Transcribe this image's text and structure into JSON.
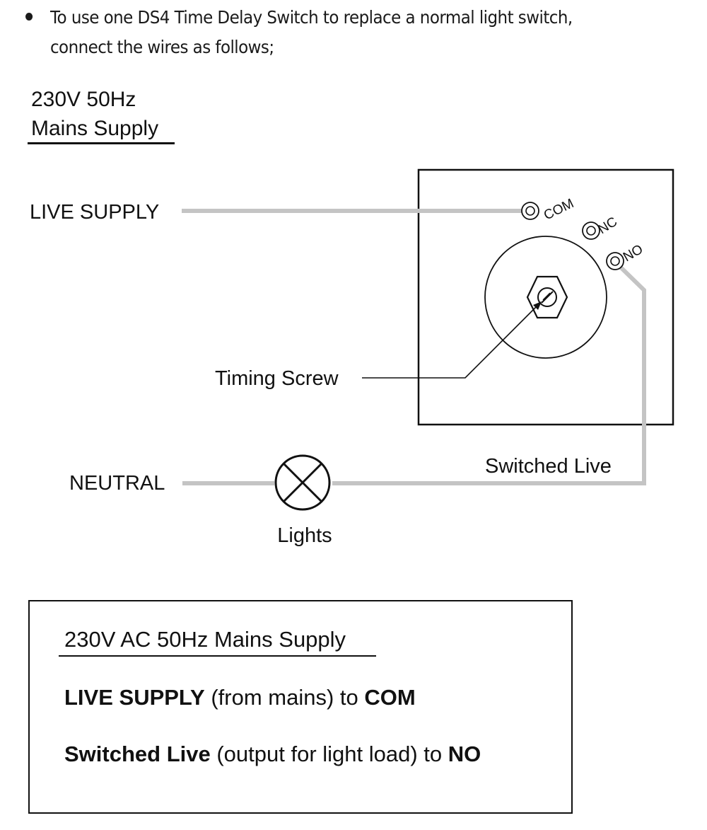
{
  "intro": {
    "bullet_line_1": "To use one DS4 Time Delay Switch to replace a normal light switch,",
    "bullet_line_2": "connect the wires as follows;"
  },
  "supply": {
    "line_1": "230V 50Hz",
    "line_2": "Mains Supply"
  },
  "diagram": {
    "live_supply_label": "LIVE SUPPLY",
    "neutral_label": "NEUTRAL",
    "lights_label": "Lights",
    "timing_screw_label": "Timing Screw",
    "switched_live_label": "Switched Live",
    "terminals": {
      "com": "COM",
      "nc": "NC",
      "no": "NO"
    },
    "wire_color": "#c4c4c4"
  },
  "legend": {
    "title": "230V AC 50Hz Mains Supply",
    "line_1_bold": "LIVE SUPPLY",
    "line_1_text": " (from mains) to ",
    "line_1_target": "COM",
    "line_2_bold": "Switched Live",
    "line_2_text": " (output for light load) to ",
    "line_2_target": "NO"
  }
}
